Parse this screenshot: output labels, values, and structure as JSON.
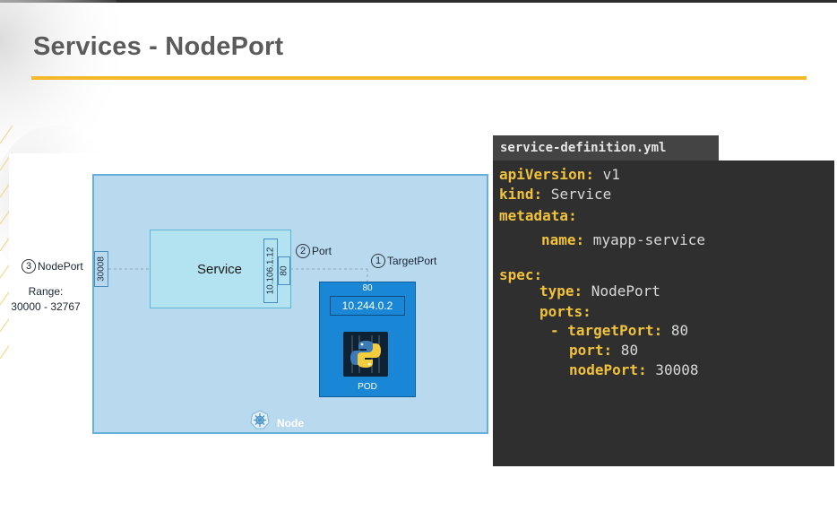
{
  "slide": {
    "title": "Services - NodePort",
    "accent_color": "#f5b82a"
  },
  "diagram": {
    "node_label": "Node",
    "nodeport_value": "30008",
    "nodeport_label": "NodePort",
    "nodeport_num": "3",
    "range_label": "Range:",
    "range_value": "30000 - 32767",
    "service_label": "Service",
    "service_ip": "10.106.1.12",
    "service_port": "80",
    "port_label": "Port",
    "port_num": "2",
    "targetport_label": "TargetPort",
    "targetport_num": "1",
    "pod_port": "80",
    "pod_ip": "10.244.0.2",
    "pod_label": "POD",
    "pod_icon": "python-icon",
    "node_icon": "kubernetes-icon"
  },
  "file": {
    "name": "service-definition.yml",
    "lines": [
      {
        "key": "apiVersion:",
        "value": " v1"
      },
      {
        "key": "kind:",
        "value": " Service"
      },
      {
        "key": "metadata:",
        "value": ""
      },
      {
        "key": "name:",
        "value": " myapp-service"
      },
      {
        "key": "spec:",
        "value": ""
      },
      {
        "key": "type:",
        "value": " NodePort"
      },
      {
        "key": "ports:",
        "value": ""
      },
      {
        "key": "- targetPort:",
        "value": " 80"
      },
      {
        "key": "port:",
        "value": " 80"
      },
      {
        "key": "nodePort:",
        "value": " 30008"
      }
    ]
  }
}
